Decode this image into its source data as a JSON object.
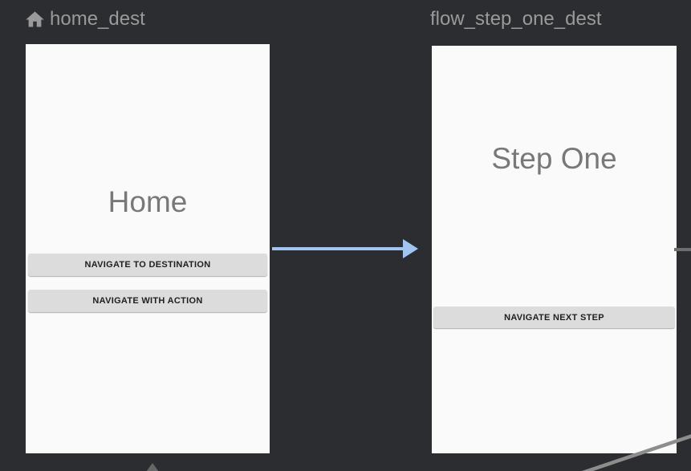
{
  "editor": {
    "background_color": "#2b2d30",
    "card_color": "#fafafa"
  },
  "icons": {
    "start_destination": "home-icon"
  },
  "destinations": [
    {
      "id": "home_dest",
      "label": "home_dest",
      "is_start_destination": true,
      "screen": {
        "title": "Home",
        "buttons": [
          {
            "label": "NAVIGATE TO DESTINATION"
          },
          {
            "label": "NAVIGATE WITH ACTION"
          }
        ]
      }
    },
    {
      "id": "flow_step_one_dest",
      "label": "flow_step_one_dest",
      "is_start_destination": false,
      "screen": {
        "title": "Step One",
        "buttons": [
          {
            "label": "NAVIGATE NEXT STEP"
          }
        ]
      }
    }
  ],
  "connections": {
    "action_arrow_color": "#9fc5f0",
    "diagonal_edge_color": "#8d8d8d",
    "exit_line_color": "#6d6d6d",
    "incoming_arrow_color": "#666666"
  }
}
